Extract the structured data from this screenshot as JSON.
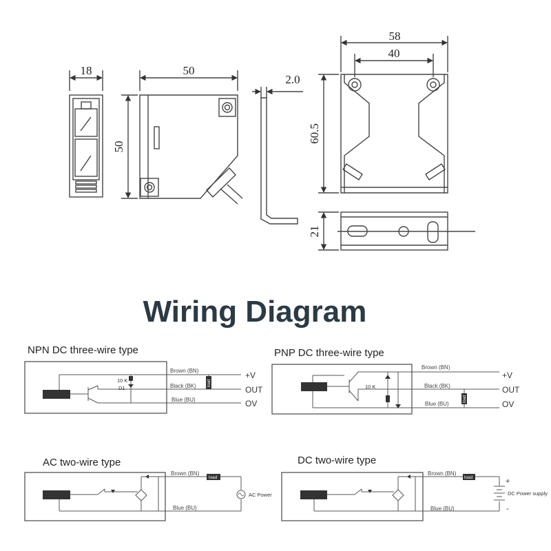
{
  "dimensions": {
    "front_width": "18",
    "side_width": "50",
    "side_height": "50",
    "bracket_thickness": "2.0",
    "bracket_width": "58",
    "bracket_hole_spacing": "40",
    "bracket_height": "60.5",
    "bracket_depth": "21"
  },
  "title": "Wiring Diagram",
  "npn": {
    "title": "NPN DC three-wire type",
    "brown": "Brown",
    "brown_code": "BN",
    "black": "Black",
    "black_code": "BK",
    "blue": "Blue",
    "blue_code": "BU",
    "resistor": "10 K",
    "diode": "D1",
    "load": "load",
    "plus": "+V",
    "out": "OUT",
    "zero": "OV"
  },
  "pnp": {
    "title": "PNP DC three-wire type",
    "brown": "Brown",
    "brown_code": "BN",
    "black": "Black",
    "black_code": "BK",
    "blue": "Blue",
    "blue_code": "BU",
    "resistor": "10 K",
    "load": "load",
    "plus": "+V",
    "out": "OUT",
    "zero": "OV"
  },
  "ac": {
    "title": "AC two-wire type",
    "brown": "Brown",
    "brown_code": "BN",
    "blue": "Blue",
    "blue_code": "BU",
    "load": "load",
    "power": "AC Power"
  },
  "dc": {
    "title": "DC two-wire type",
    "brown": "Brown",
    "brown_code": "BN",
    "blue": "Blue",
    "blue_code": "BU",
    "load": "load",
    "power": "DC Power supply",
    "plus": "+",
    "minus": "-"
  },
  "colors": {
    "title": "#2b3a44",
    "line": "#555555",
    "drawing": "#444444"
  }
}
